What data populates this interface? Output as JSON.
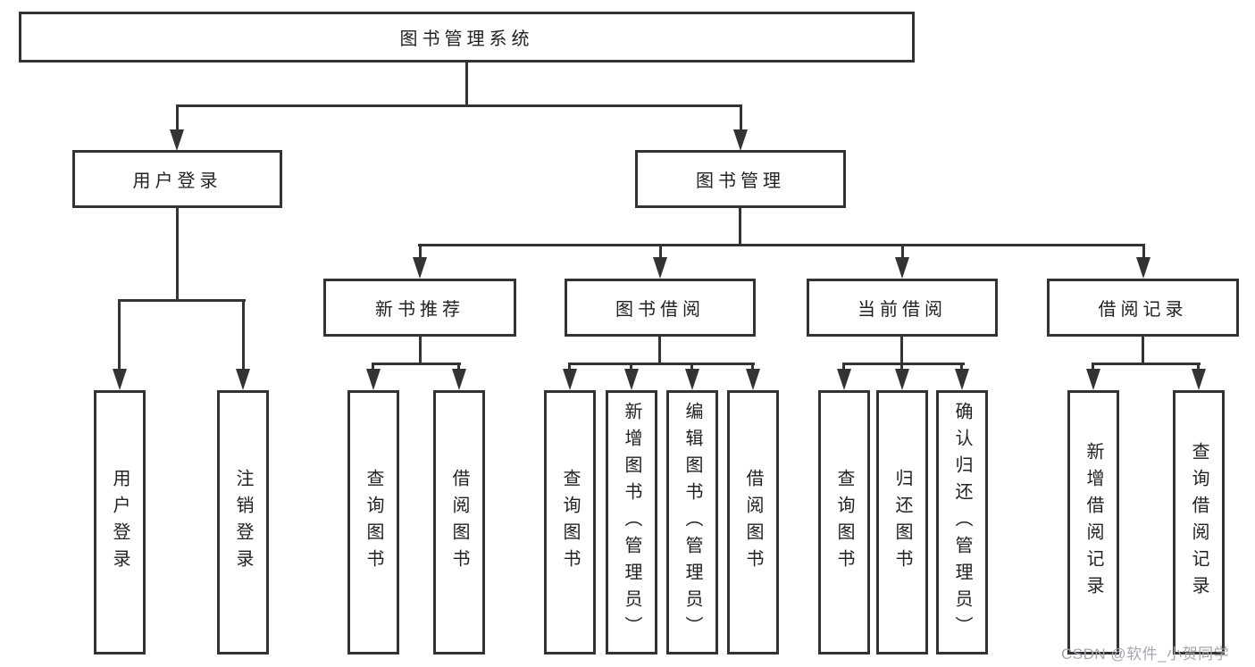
{
  "colors": {
    "line": "#333333",
    "text": "#222222",
    "watermark": "#a6a6ae",
    "background": "#ffffff"
  },
  "tree": {
    "root": {
      "label": "图书管理系统"
    },
    "branches": [
      {
        "label": "用户登录",
        "children": [
          {
            "label": "用户登录"
          },
          {
            "label": "注销登录"
          }
        ]
      },
      {
        "label": "图书管理",
        "children": [
          {
            "label": "新书推荐",
            "children": [
              {
                "label": "查询图书"
              },
              {
                "label": "借阅图书"
              }
            ]
          },
          {
            "label": "图书借阅",
            "children": [
              {
                "label": "查询图书"
              },
              {
                "label": "新增图书（管理员）"
              },
              {
                "label": "编辑图书（管理员）"
              },
              {
                "label": "借阅图书"
              }
            ]
          },
          {
            "label": "当前借阅",
            "children": [
              {
                "label": "查询图书"
              },
              {
                "label": "归还图书"
              },
              {
                "label": "确认归还（管理员）"
              }
            ]
          },
          {
            "label": "借阅记录",
            "children": [
              {
                "label": "新增借阅记录"
              },
              {
                "label": "查询借阅记录"
              }
            ]
          }
        ]
      }
    ]
  },
  "watermark": {
    "text": "CSDN @软件_小贺同学"
  }
}
